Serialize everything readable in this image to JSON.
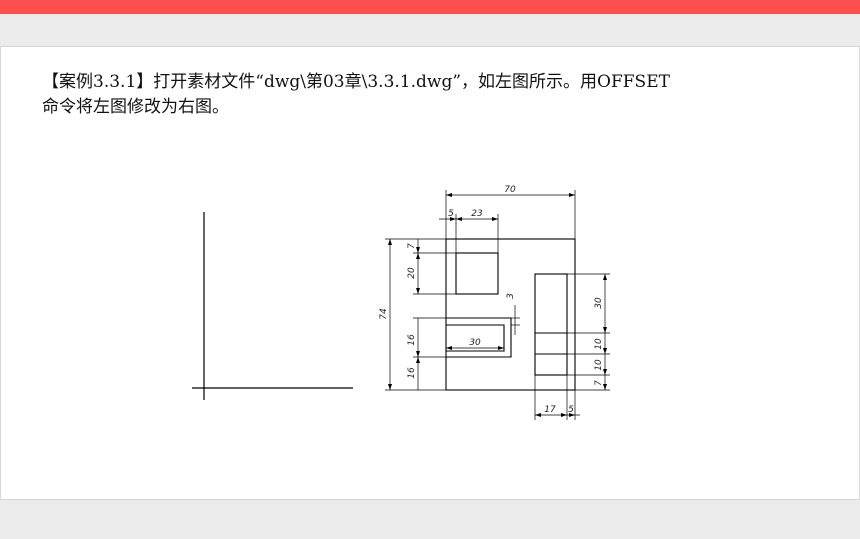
{
  "slide": {
    "text_line1": "【案例3.3.1】打开素材文件“dwg\\第03章\\3.3.1.dwg”，如左图所示。用OFFSET",
    "text_line2": "命令将左图修改为右图。"
  },
  "drawing": {
    "dimensions": {
      "overall_width": "70",
      "left_offset": "5",
      "square_width": "23",
      "top_gap": "7",
      "square_height": "20",
      "overall_height": "74",
      "slot_wall": "3",
      "slot_height": "16",
      "bottom_height": "16",
      "slot_length": "30",
      "column_height": "30",
      "seg_upper": "10",
      "seg_lower": "10",
      "bottom_gap": "7",
      "column_width": "17",
      "right_offset": "5"
    }
  }
}
